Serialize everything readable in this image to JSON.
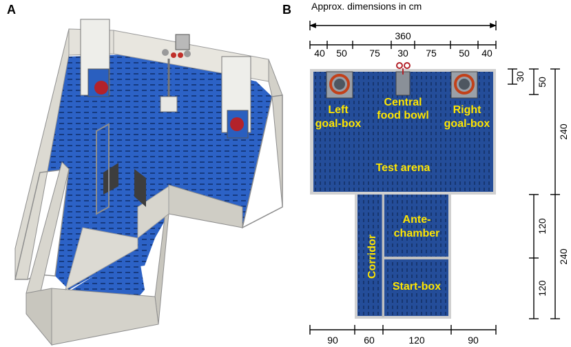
{
  "panels": {
    "a": "A",
    "b": "B"
  },
  "caption": "Approx. dimensions in cm",
  "top_dims": {
    "total": "360",
    "segments": [
      "40",
      "50",
      "75",
      "30",
      "75",
      "50",
      "40"
    ]
  },
  "bottom_dims": [
    "90",
    "60",
    "120",
    "90"
  ],
  "right_dims": {
    "inner_top": "30",
    "inner_goal": "50",
    "arena_height": "240",
    "ante_height": "120",
    "start_height": "120",
    "lower_total": "240"
  },
  "labels": {
    "left_goal_1": "Left",
    "left_goal_2": "goal-box",
    "central_1": "Central",
    "central_2": "food bowl",
    "right_goal_1": "Right",
    "right_goal_2": "goal-box",
    "test_arena": "Test arena",
    "ante_1": "Ante-",
    "ante_2": "chamber",
    "corridor": "Corridor",
    "start_box": "Start-box"
  },
  "colors": {
    "floor": "#2a5fbf",
    "floor_dark": "#1d3f86",
    "wall": "#d9d7cf",
    "label": "#ffe600",
    "bowl": "#a23b1c"
  }
}
